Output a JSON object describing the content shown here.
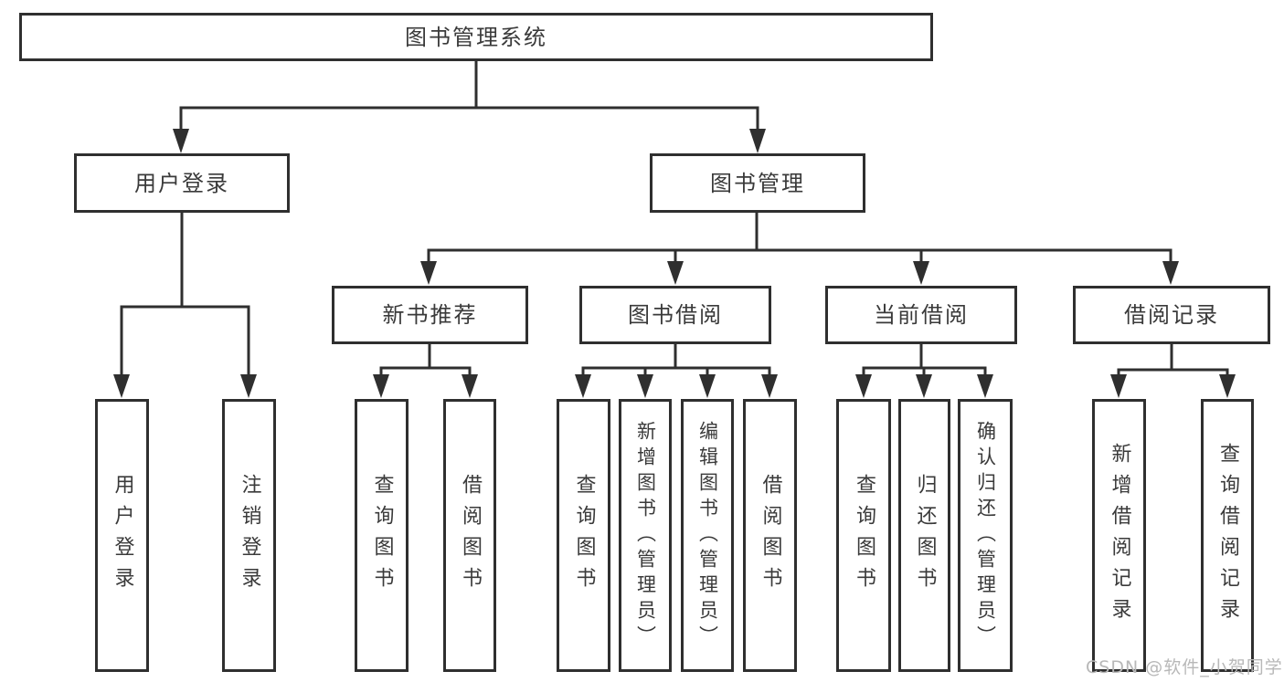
{
  "tree": {
    "root": "图书管理系统",
    "level2": [
      "用户登录",
      "图书管理"
    ],
    "level3": [
      "新书推荐",
      "图书借阅",
      "当前借阅",
      "借阅记录"
    ],
    "leaves_user": [
      "用户登录",
      "注销登录"
    ],
    "leaves_recommend": [
      "查询图书",
      "借阅图书"
    ],
    "leaves_borrow": [
      "查询图书",
      "新增图书（管理员）",
      "编辑图书（管理员）",
      "借阅图书"
    ],
    "leaves_current": [
      "查询图书",
      "归还图书",
      "确认归还（管理员）"
    ],
    "leaves_records": [
      "新增借阅记录",
      "查询借阅记录"
    ]
  },
  "watermark": {
    "text": "CSDN @软件_小贺同学"
  },
  "colors": {
    "line": "#2f2f2f",
    "text": "#3a3a3a",
    "background": "#ffffff",
    "watermark": "#b8b8b8"
  }
}
